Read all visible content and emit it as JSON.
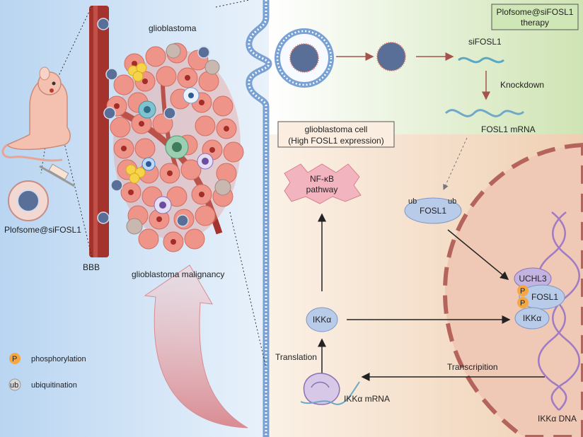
{
  "labels": {
    "glioblastoma": "glioblastoma",
    "bbb": "BBB",
    "glioblastoma_malignancy": "glioblastoma malignancy",
    "plofsome": "Plofsome@siFOSL1",
    "therapy_line1": "Plofsome@siFOSL1",
    "therapy_line2": "therapy",
    "sifosl1": "siFOSL1",
    "knockdown": "Knockdown",
    "fosl1_mrna": "FOSL1 mRNA",
    "cell_line1": "glioblastoma cell",
    "cell_line2": "(High FOSL1 expression)",
    "nfkb_line1": "NF-κB",
    "nfkb_line2": "pathway",
    "fosl1": "FOSL1",
    "ub": "ub",
    "uchl3": "UCHL3",
    "p": "P",
    "ikka": "IKKα",
    "translation": "Translation",
    "transcription": "Transcripition",
    "ikka_mrna": "IKKα mRNA",
    "ikka_dna": "IKKα DNA"
  },
  "legend": {
    "p_symbol": "P",
    "p_text": "phosphorylation",
    "ub_symbol": "ub",
    "ub_text": "ubiquitination"
  },
  "colors": {
    "left_bg": "#c4dcf3",
    "therapy_bg": "#d9ebc4",
    "cell_bg": "#f1d7bb",
    "nucleus": "#bd6b63",
    "vessel": "#a4332d",
    "tumor_cell": "#ef9488",
    "nanoparticle": "#5a6f98",
    "membrane": "#7aa1d3",
    "protein_blue": "#b8cbe9",
    "phospho": "#f5a742",
    "nfkb": "#f2b4bf",
    "uchl3": "#c3b3e0",
    "dna": "#a07ac4"
  }
}
